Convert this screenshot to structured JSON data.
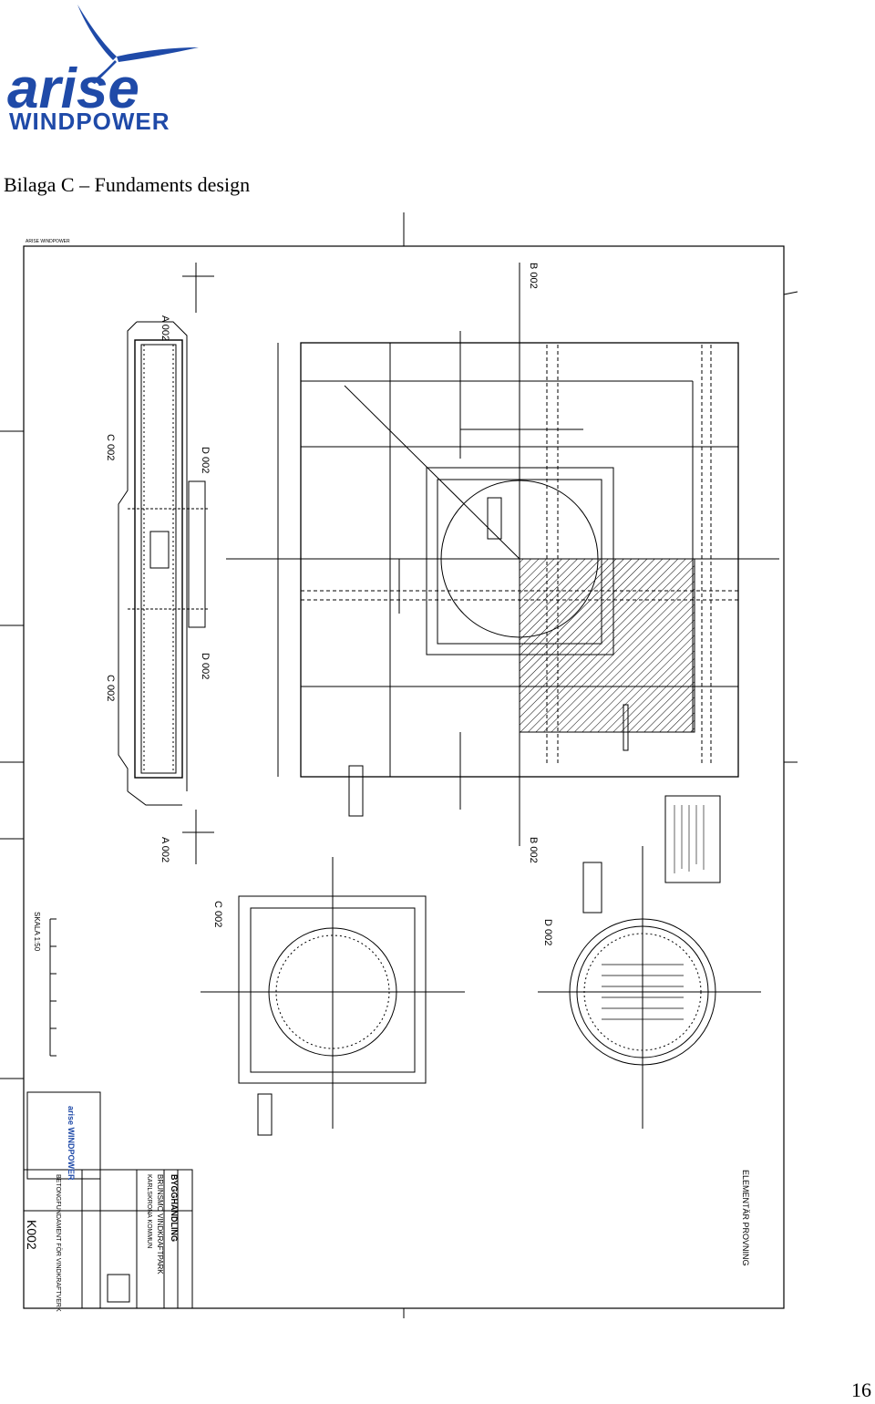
{
  "header": {
    "logo": {
      "word": "arise",
      "subword": "WINDPOWER",
      "color": "#1f4aa8",
      "icon": "wind-turbine-blade-icon"
    }
  },
  "document": {
    "title": "Bilaga C – Fundaments design",
    "page_number": "16"
  },
  "drawing": {
    "section_marks": [
      "A 002",
      "B 002",
      "C 002",
      "D 002"
    ],
    "view_labels": {
      "section_a": "A 002",
      "section_b": "B 002",
      "view_c": "C 002",
      "view_d": "D 002"
    },
    "scale_label": "SKALA 1:50",
    "notes_title": "ELEMENTÄR PROVNING",
    "title_block": {
      "company": "arise WINDPOWER",
      "project_line": "BRUNSMO VINDKRAFTPARK",
      "location_line": "KARLSKRONA KOMMUN",
      "phase": "BYGGHANDLING",
      "object": "BETONGFUNDAMENT FÖR VINDKRAFTVERK",
      "drawing_no": "K002"
    }
  }
}
